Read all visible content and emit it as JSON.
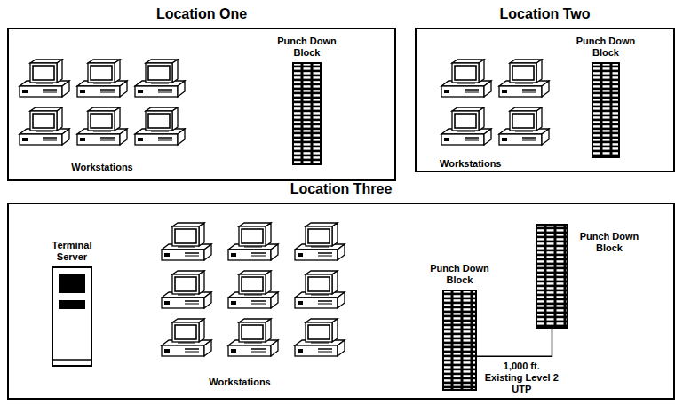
{
  "diagram": {
    "nodes": [
      {
        "text": [
          "Location One"
        ]
      },
      {
        "text": [
          "Location Two"
        ]
      },
      {
        "text": [
          "Location Three"
        ]
      },
      {
        "text": [
          "Punch Down Block"
        ],
        "in": 0
      },
      {
        "text": [
          "Punch Down Block"
        ],
        "in": 1
      },
      {
        "text": [
          "Terminal Server"
        ],
        "in": 2
      },
      {
        "text": [
          "Punch Down Block"
        ],
        "in": 2
      },
      {
        "text": [
          "Punch Down Block"
        ],
        "in": 2
      }
    ],
    "edges": [
      {
        "from": 6,
        "to": 7,
        "arrow": "none",
        "label": "1,000 ft. Existing Level 2 UTP"
      }
    ],
    "labels": [
      "Workstations",
      "Workstations",
      "Workstations"
    ]
  }
}
